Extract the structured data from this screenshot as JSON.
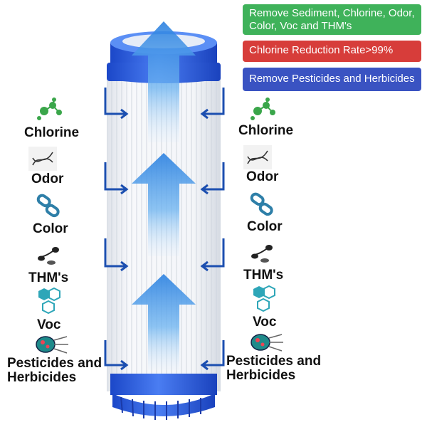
{
  "badges": [
    {
      "text": "Remove Sediment, Chlorine, Odor, Color, Voc and THM's",
      "color": "#3fb25a"
    },
    {
      "text": "Chlorine Reduction Rate>99%",
      "color": "#d73d3a"
    },
    {
      "text": "Remove Pesticides and Herbicides",
      "color": "#3a53c2"
    }
  ],
  "left_labels": {
    "chlorine": "Chlorine",
    "odor": "Odor",
    "color": "Color",
    "thms": "THM's",
    "voc": "Voc",
    "pesticides_line1": "Pesticides and",
    "pesticides_line2": "Herbicides"
  },
  "right_labels": {
    "chlorine": "Chlorine",
    "odor": "Odor",
    "color": "Color",
    "thms": "THM's",
    "voc": "Voc",
    "pesticides_line1": "Pesticides and",
    "pesticides_line2": "Herbicides"
  },
  "colors": {
    "cap_blue": "#2f5fe0",
    "arrow_blue": "#3b8fe6",
    "inflow_arrow": "#1c4fb0",
    "icon_green": "#3aa64a",
    "icon_teal": "#2ea6b8"
  },
  "icons": [
    "molecule-icon",
    "dna-icon",
    "chain-link-icon",
    "microbe-icon",
    "hexagon-icon",
    "pathogen-icon"
  ]
}
